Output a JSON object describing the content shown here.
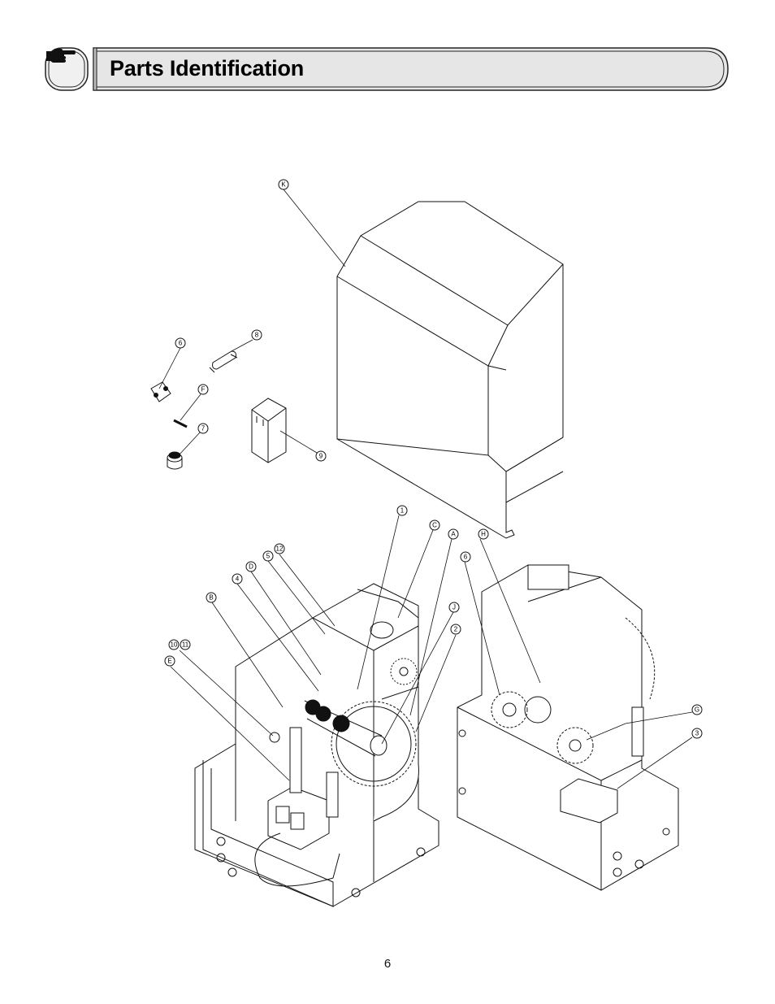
{
  "header": {
    "title": "Parts Identification",
    "icon": "pointing-hand-icon"
  },
  "callouts": [
    {
      "id": "K",
      "label": "K"
    },
    {
      "id": "6a",
      "label": "6"
    },
    {
      "id": "8",
      "label": "8"
    },
    {
      "id": "F",
      "label": "F"
    },
    {
      "id": "7",
      "label": "7"
    },
    {
      "id": "9",
      "label": "9"
    },
    {
      "id": "1",
      "label": "1"
    },
    {
      "id": "C",
      "label": "C"
    },
    {
      "id": "A",
      "label": "A"
    },
    {
      "id": "H",
      "label": "H"
    },
    {
      "id": "6b",
      "label": "6"
    },
    {
      "id": "12",
      "label": "12"
    },
    {
      "id": "5",
      "label": "5"
    },
    {
      "id": "D",
      "label": "D"
    },
    {
      "id": "4",
      "label": "4"
    },
    {
      "id": "B",
      "label": "B"
    },
    {
      "id": "J",
      "label": "J"
    },
    {
      "id": "2",
      "label": "2"
    },
    {
      "id": "10",
      "label": "10"
    },
    {
      "id": "11",
      "label": "11"
    },
    {
      "id": "E",
      "label": "E"
    },
    {
      "id": "G",
      "label": "G"
    },
    {
      "id": "3",
      "label": "3"
    }
  ],
  "footer": {
    "page_number": "6"
  }
}
